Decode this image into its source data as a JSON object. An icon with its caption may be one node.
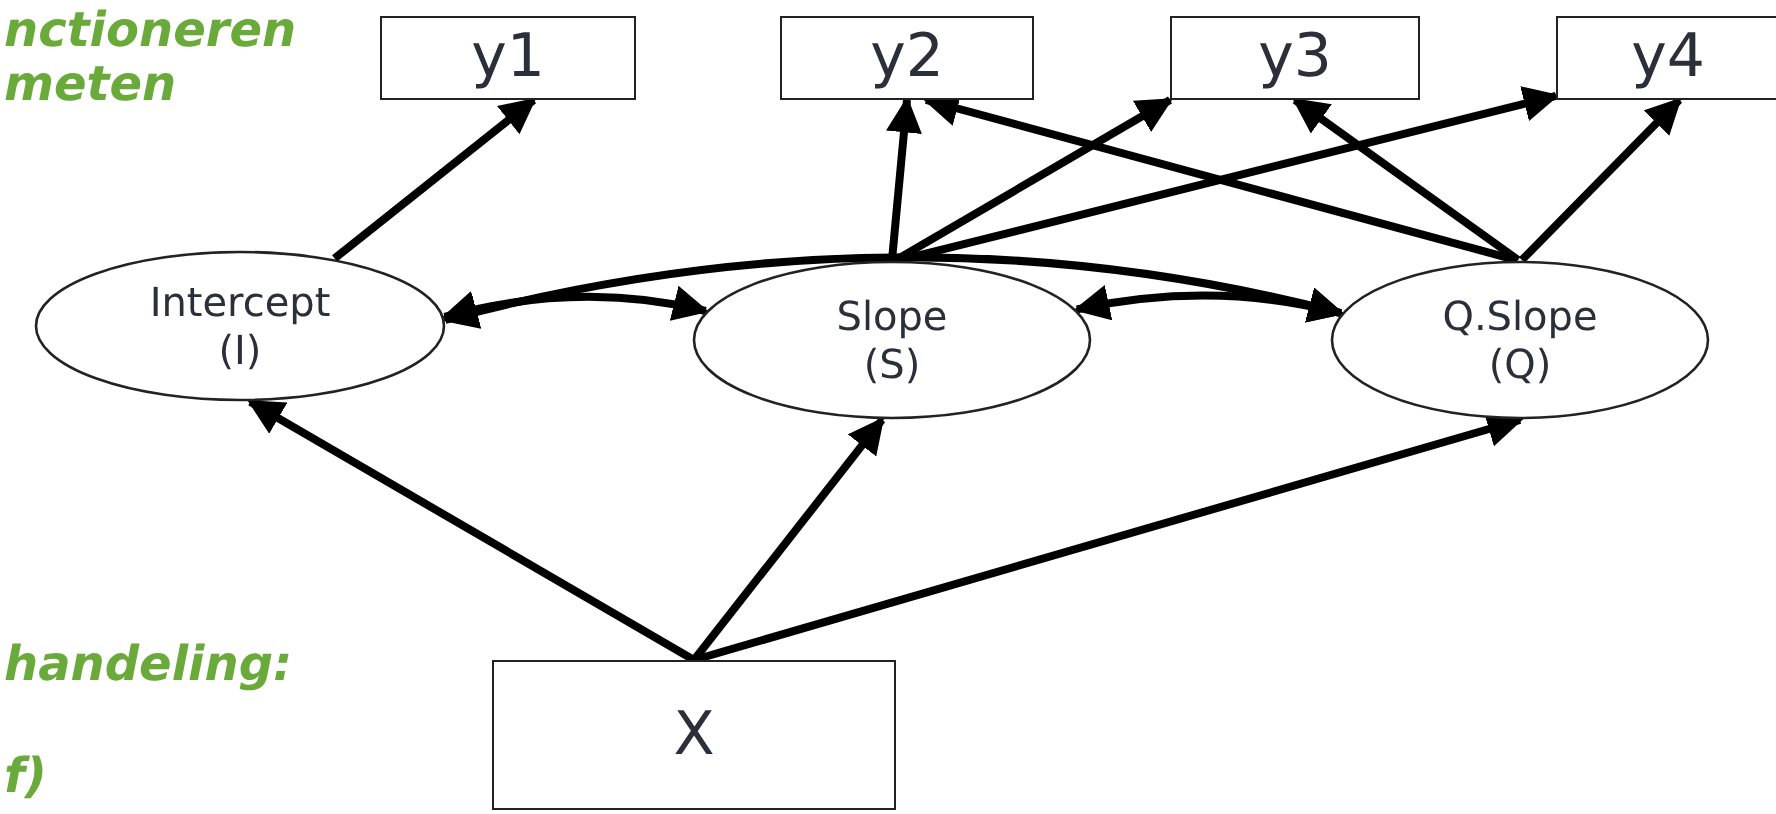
{
  "diagram": {
    "nodes": [
      {
        "text": [
          "y1"
        ]
      },
      {
        "text": [
          "y2"
        ]
      },
      {
        "text": [
          "y3"
        ]
      },
      {
        "text": [
          "y4"
        ]
      },
      {
        "text": [
          "Intercept",
          "(I)"
        ]
      },
      {
        "text": [
          "Slope",
          "(S)"
        ]
      },
      {
        "text": [
          "Q.Slope",
          "(Q)"
        ]
      },
      {
        "text": [
          "X"
        ]
      }
    ],
    "edges": [
      {
        "from": 4,
        "to": 0,
        "arrow": "to"
      },
      {
        "from": 5,
        "to": 1,
        "arrow": "to"
      },
      {
        "from": 5,
        "to": 2,
        "arrow": "to"
      },
      {
        "from": 5,
        "to": 3,
        "arrow": "to"
      },
      {
        "from": 6,
        "to": 1,
        "arrow": "to"
      },
      {
        "from": 6,
        "to": 2,
        "arrow": "to"
      },
      {
        "from": 6,
        "to": 3,
        "arrow": "to"
      },
      {
        "from": 4,
        "to": 5,
        "arrow": "both"
      },
      {
        "from": 4,
        "to": 6,
        "arrow": "both"
      },
      {
        "from": 5,
        "to": 6,
        "arrow": "both"
      },
      {
        "from": 7,
        "to": 4,
        "arrow": "to"
      },
      {
        "from": 7,
        "to": 5,
        "arrow": "to"
      },
      {
        "from": 7,
        "to": 6,
        "arrow": "to"
      }
    ],
    "labels": [
      "nctioneren",
      "meten",
      "handeling:",
      "f)"
    ]
  }
}
